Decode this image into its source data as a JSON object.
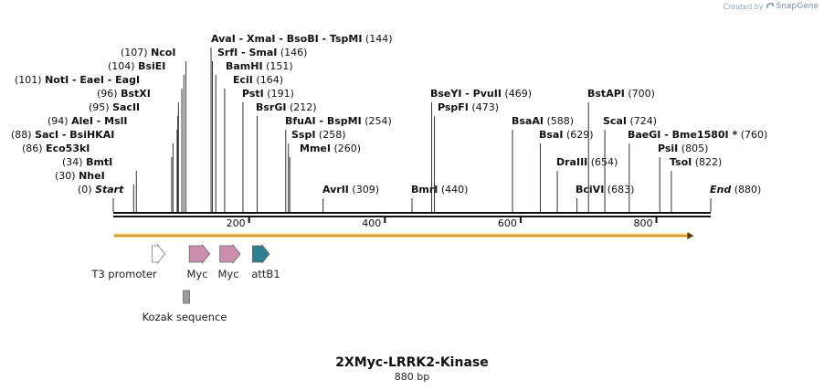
{
  "watermark": {
    "prefix": "Created by",
    "brand": "SnapGene"
  },
  "map": {
    "name": "2XMyc-LRRK2-Kinase",
    "length_label": "880 bp",
    "start_label": "Start",
    "end_label": "End",
    "ruler_ticks": [
      {
        "bp": 200,
        "label": "200"
      },
      {
        "bp": 400,
        "label": "400"
      },
      {
        "bp": 600,
        "label": "600"
      },
      {
        "bp": 800,
        "label": "800"
      }
    ],
    "enzyme_groups": [
      {
        "pos": 0,
        "names": [
          "Start"
        ],
        "italic": true,
        "site": "(0)"
      },
      {
        "pos": 30,
        "names": [
          "NheI"
        ],
        "site": "(30)"
      },
      {
        "pos": 34,
        "names": [
          "BmtI"
        ],
        "site": "(34)"
      },
      {
        "pos": 86,
        "names": [
          "Eco53kI"
        ],
        "site": "(86)"
      },
      {
        "pos": 88,
        "names": [
          "SacI",
          "BsiHKAI"
        ],
        "site": "(88)"
      },
      {
        "pos": 94,
        "names": [
          "AleI",
          "MslI"
        ],
        "site": "(94)"
      },
      {
        "pos": 95,
        "names": [
          "SacII"
        ],
        "site": "(95)"
      },
      {
        "pos": 96,
        "names": [
          "BstXI"
        ],
        "site": "(96)"
      },
      {
        "pos": 101,
        "names": [
          "NotI",
          "EaeI",
          "EagI"
        ],
        "site": "(101)"
      },
      {
        "pos": 104,
        "names": [
          "BsiEI"
        ],
        "site": "(104)"
      },
      {
        "pos": 107,
        "names": [
          "NcoI"
        ],
        "site": "(107)"
      },
      {
        "pos": 144,
        "names": [
          "AvaI",
          "XmaI",
          "BsoBI",
          "TspMI"
        ],
        "site": "(144)"
      },
      {
        "pos": 146,
        "names": [
          "SrfI",
          "SmaI"
        ],
        "site": "(146)"
      },
      {
        "pos": 151,
        "names": [
          "BamHI"
        ],
        "site": "(151)"
      },
      {
        "pos": 164,
        "names": [
          "EciI"
        ],
        "site": "(164)"
      },
      {
        "pos": 191,
        "names": [
          "PstI"
        ],
        "site": "(191)"
      },
      {
        "pos": 212,
        "names": [
          "BsrGI"
        ],
        "site": "(212)"
      },
      {
        "pos": 254,
        "names": [
          "BfuAI",
          "BspMI"
        ],
        "site": "(254)"
      },
      {
        "pos": 258,
        "names": [
          "SspI"
        ],
        "site": "(258)"
      },
      {
        "pos": 260,
        "names": [
          "MmeI"
        ],
        "site": "(260)"
      },
      {
        "pos": 309,
        "names": [
          "AvrII"
        ],
        "site": "(309)"
      },
      {
        "pos": 440,
        "names": [
          "BmrI"
        ],
        "site": "(440)"
      },
      {
        "pos": 469,
        "names": [
          "BseYI",
          "PvuII"
        ],
        "site": "(469)"
      },
      {
        "pos": 473,
        "names": [
          "PspFI"
        ],
        "site": "(473)"
      },
      {
        "pos": 588,
        "names": [
          "BsaAI"
        ],
        "site": "(588)"
      },
      {
        "pos": 629,
        "names": [
          "BsaI"
        ],
        "site": "(629)"
      },
      {
        "pos": 654,
        "names": [
          "DraIII"
        ],
        "site": "(654)"
      },
      {
        "pos": 683,
        "names": [
          "BciVI"
        ],
        "site": "(683)"
      },
      {
        "pos": 700,
        "names": [
          "BstAPI"
        ],
        "site": "(700)"
      },
      {
        "pos": 724,
        "names": [
          "ScaI"
        ],
        "site": "(724)"
      },
      {
        "pos": 760,
        "names": [
          "BaeGI",
          "Bme1580I *"
        ],
        "site": "(760)"
      },
      {
        "pos": 805,
        "names": [
          "PsiI"
        ],
        "site": "(805)"
      },
      {
        "pos": 822,
        "names": [
          "TsoI"
        ],
        "site": "(822)"
      },
      {
        "pos": 880,
        "names": [
          "End"
        ],
        "italic": true,
        "site": "(880)"
      }
    ],
    "features": [
      {
        "name": "T3 promoter",
        "start": 57,
        "end": 76,
        "color": "#ffffff",
        "shape": "arrow"
      },
      {
        "name": "Myc",
        "start": 112,
        "end": 142,
        "color": "#c98fac",
        "shape": "arrow"
      },
      {
        "name": "Myc",
        "start": 157,
        "end": 187,
        "color": "#c98fac",
        "shape": "arrow"
      },
      {
        "name": "attB1",
        "start": 205,
        "end": 230,
        "color": "#2f7f92",
        "shape": "arrow"
      },
      {
        "name": "Kozak sequence",
        "start": 103,
        "end": 112,
        "color": "#999999",
        "shape": "box"
      }
    ],
    "orf": {
      "start": 1,
      "end": 855,
      "color": "#f5b94a"
    }
  }
}
